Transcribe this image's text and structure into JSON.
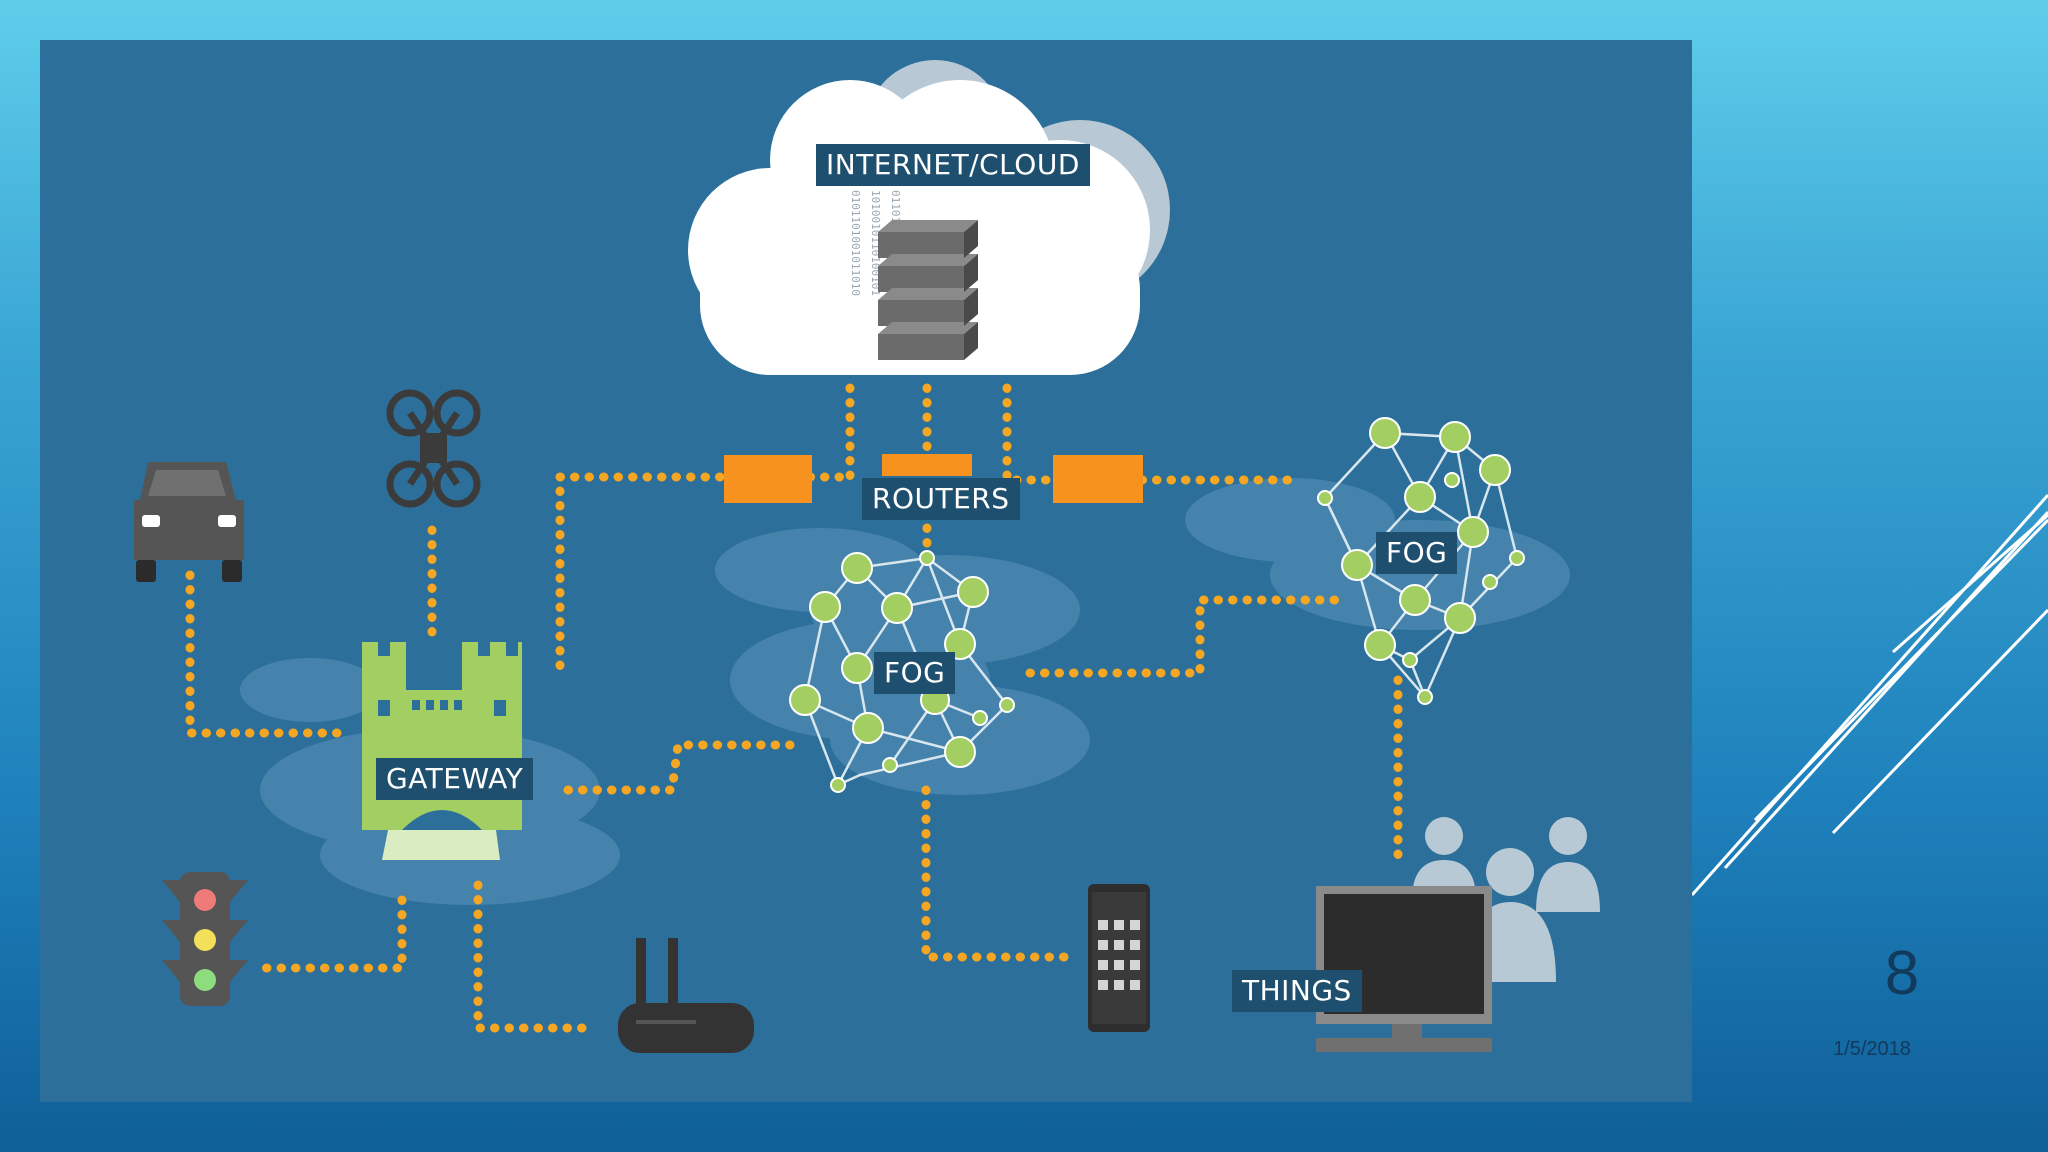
{
  "diagram": {
    "labels": {
      "cloud": "INTERNET/CLOUD",
      "routers": "ROUTERS",
      "fog_center": "FOG",
      "fog_right": "FOG",
      "gateway": "GATEWAY",
      "things": "THINGS"
    },
    "icons": [
      "car-icon",
      "drone-icon",
      "traffic-light-icon",
      "wifi-router-icon",
      "smartphone-icon",
      "monitor-icon",
      "people-icon",
      "server-stack-icon",
      "castle-gateway-icon"
    ],
    "colors": {
      "panel": "#2b6f9a",
      "connector": "#f5a623",
      "router": "#f7921e",
      "fog_node": "#a3cf62",
      "fog_cloud": "#4a87b0",
      "label_bg": "#1f4f6e"
    }
  },
  "slide": {
    "number": "8",
    "date": "1/5/2018"
  }
}
